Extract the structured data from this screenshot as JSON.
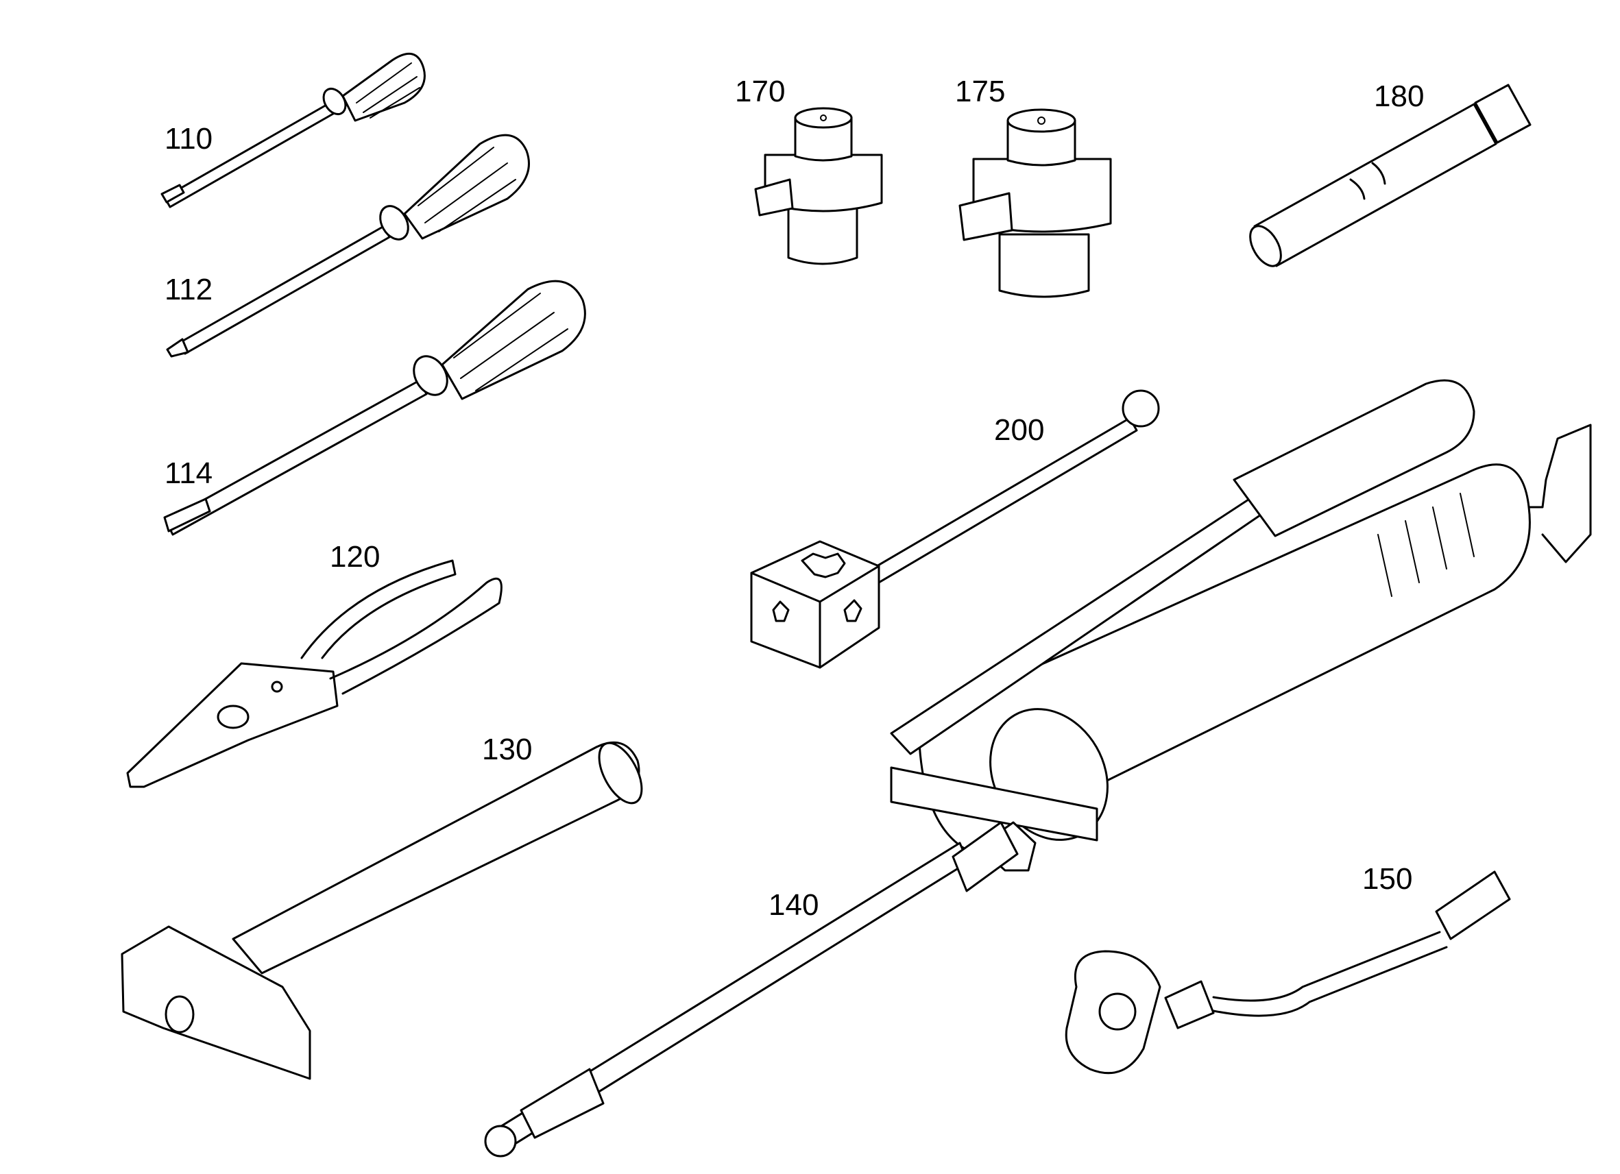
{
  "figure": {
    "labels": {
      "screwdriver_small": "110",
      "screwdriver_phillips": "112",
      "screwdriver_large": "114",
      "pliers": "120",
      "hammer": "130",
      "grease_gun": "140",
      "grease_coupler": "150",
      "adapter_small": "170",
      "adapter_large": "175",
      "tube": "180",
      "socket_wrench": "200"
    }
  }
}
